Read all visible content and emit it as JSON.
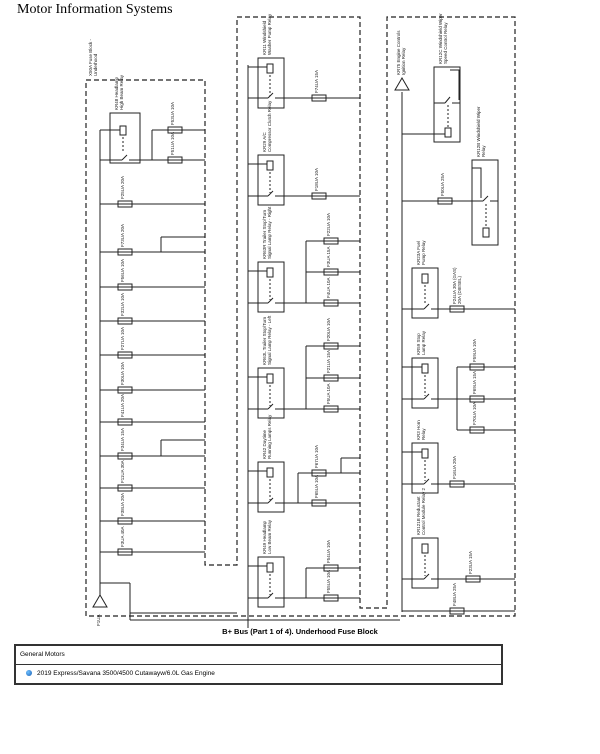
{
  "header": {
    "title": "Motor Information Systems"
  },
  "diagram": {
    "caption": "B+ Bus (Part 1 of 4). Underhood Fuse Block",
    "left_block": {
      "label": "X50A Fuse Block - Underhood",
      "feed_fuse": "F1UA",
      "relay": {
        "id": "KR48",
        "name": "Headlamp High Beam Relay"
      },
      "fuses": [
        {
          "id": "F53UA",
          "rating": "10A"
        },
        {
          "id": "F51UA",
          "rating": "10A"
        },
        {
          "id": "F25UA",
          "rating": "20A"
        },
        {
          "id": "F73UA",
          "rating": "20A"
        },
        {
          "id": "F56UA",
          "rating": "10A"
        },
        {
          "id": "F32UA",
          "rating": "10A"
        },
        {
          "id": "F27UA",
          "rating": "10A"
        },
        {
          "id": "F30UA",
          "rating": "10A"
        },
        {
          "id": "F41UA",
          "rating": "20A"
        },
        {
          "id": "F34UA",
          "rating": "15A"
        },
        {
          "id": "F11UA",
          "rating": "30A"
        },
        {
          "id": "F38UA",
          "rating": "20A"
        },
        {
          "id": "F3UA",
          "rating": "40A"
        }
      ]
    },
    "middle_block": {
      "relays": [
        {
          "id": "KR11",
          "name": "Windshield Washer Pump Relay",
          "fuses": [
            {
              "id": "F74UA",
              "rating": "15A"
            }
          ]
        },
        {
          "id": "KR29",
          "name": "A/C Compressor Clutch Relay",
          "fuses": [
            {
              "id": "F18UA",
              "rating": "10A"
            }
          ]
        },
        {
          "id": "KR63R",
          "name": "Trailer Stop/Turn Signal Lamp Relay - Right",
          "fuses": [
            {
              "id": "F22UA",
              "rating": "10A"
            },
            {
              "id": "F3UA",
              "rating": "15A"
            },
            {
              "id": "F4UA",
              "rating": "10A"
            }
          ]
        },
        {
          "id": "KR63L",
          "name": "Trailer Stop/Turn Signal Lamp Relay - Left",
          "fuses": [
            {
              "id": "F20UA",
              "rating": "10A"
            },
            {
              "id": "F21UA",
              "rating": "15A"
            },
            {
              "id": "F5UA",
              "rating": "10A"
            }
          ]
        },
        {
          "id": "KR42",
          "name": "Daytime Running Lamps Relay",
          "fuses": [
            {
              "id": "F67UA",
              "rating": "10A"
            },
            {
              "id": "F65UA",
              "rating": "10A"
            }
          ]
        },
        {
          "id": "KR49",
          "name": "Headlamp Low Beam Relay",
          "fuses": [
            {
              "id": "F54UA",
              "rating": "10A"
            },
            {
              "id": "F55UA",
              "rating": "10A"
            }
          ]
        }
      ]
    },
    "right_block": {
      "feed": {
        "id": "KR75",
        "name": "Engine Controls Ignition Relay"
      },
      "relays": [
        {
          "id": "KR12C",
          "name": "Windshield Wiper Speed Control Relay"
        },
        {
          "id": "KR12B",
          "name": "Windshield Wiper Relay",
          "fuses": [
            {
              "id": "F50UA",
              "rating": "25A"
            }
          ]
        },
        {
          "id": "KR23A",
          "name": "Fuel Pump Relay",
          "fuses": [
            {
              "id": "F24UA",
              "rating": "30A (GAS) 20A (DIESEL)"
            }
          ]
        },
        {
          "id": "KR59",
          "name": "Stop Lamp Relay",
          "fuses": [
            {
              "id": "F59UA",
              "rating": "10A"
            },
            {
              "id": "F69UA",
              "rating": "15A"
            },
            {
              "id": "F70UA",
              "rating": "10A"
            }
          ]
        },
        {
          "id": "KR3",
          "name": "Horn Relay",
          "fuses": [
            {
              "id": "F16UA",
              "rating": "20A"
            }
          ]
        },
        {
          "id": "KR121B",
          "name": "Reductant Control Module Relay 2",
          "fuses": [
            {
              "id": "F23UA",
              "rating": "15A"
            }
          ]
        },
        {
          "id": "",
          "name": "",
          "fuses": [
            {
              "id": "F48UA",
              "rating": "25A"
            }
          ]
        }
      ]
    }
  },
  "info": {
    "manufacturer": "General Motors",
    "vehicle": "2019 Express/Savana 3500/4500 Cutawayw/6.0L Gas Engine",
    "bullet_color": "#1a5fb4"
  }
}
